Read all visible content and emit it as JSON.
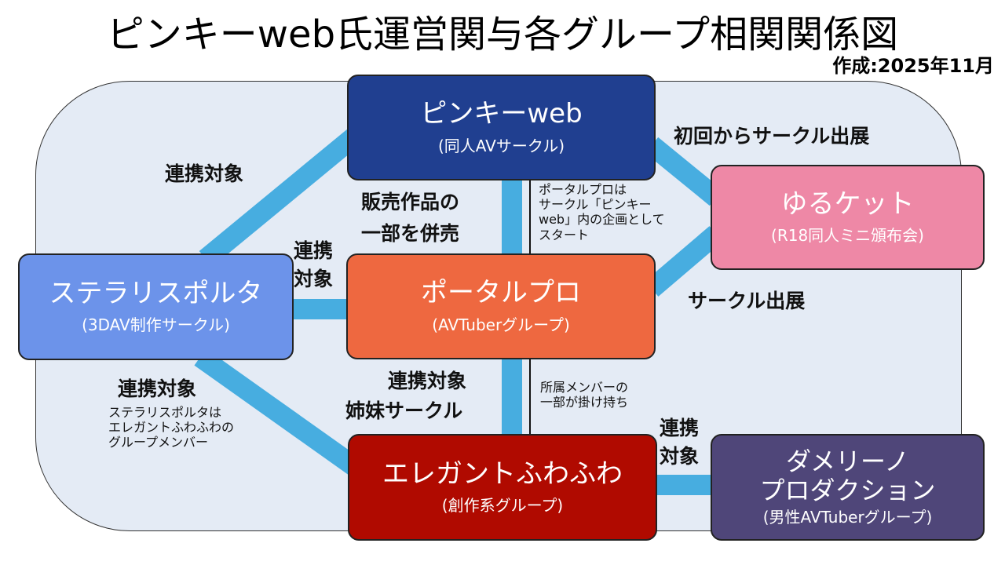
{
  "title": "ピンキーweb氏運営関与各グループ相関関係図",
  "date": "作成:2025年11月",
  "colors": {
    "connector": "#47ade0",
    "background": "#e4ebf5"
  },
  "nodes": {
    "pinky": {
      "name": "ピンキーweb",
      "sub": "(同人AVサークル)",
      "color": "#203f90"
    },
    "yuru": {
      "name": "ゆるケット",
      "sub": "(R18同人ミニ頒布会)",
      "color": "#ee88a6"
    },
    "stella": {
      "name": "ステラリスポルタ",
      "sub": "(3DAV制作サークル)",
      "color": "#6c93ea"
    },
    "portal": {
      "name": "ポータルプロ",
      "sub": "(AVTuberグループ)",
      "color": "#ee6840"
    },
    "elegant": {
      "name": "エレガントふわふわ",
      "sub": "(創作系グループ)",
      "color": "#b00a00"
    },
    "dameri": {
      "name1": "ダメリーノ",
      "name2": "プロダクション",
      "sub": "(男性AVTuberグループ)",
      "color": "#4f4679"
    }
  },
  "labels": {
    "pinky_stella": "連携対象",
    "pinky_yuru": "初回からサークル出展",
    "pinky_portal_1": "販売作品の",
    "pinky_portal_2": "一部を併売",
    "pinky_portal_note": [
      "ポータルプロは",
      "サークル「ピンキー",
      "web」内の企画として",
      "スタート"
    ],
    "stella_portal_1": "連携",
    "stella_portal_2": "対象",
    "portal_yuru": "サークル出展",
    "portal_elegant_1": "連携対象",
    "portal_elegant_2": "姉妹サークル",
    "portal_elegant_note": [
      "所属メンバーの",
      "一部が掛け持ち"
    ],
    "stella_elegant": "連携対象",
    "stella_elegant_note": [
      "ステラリスポルタは",
      "エレガントふわふわの",
      "グループメンバー"
    ],
    "elegant_dameri_1": "連携",
    "elegant_dameri_2": "対象"
  }
}
